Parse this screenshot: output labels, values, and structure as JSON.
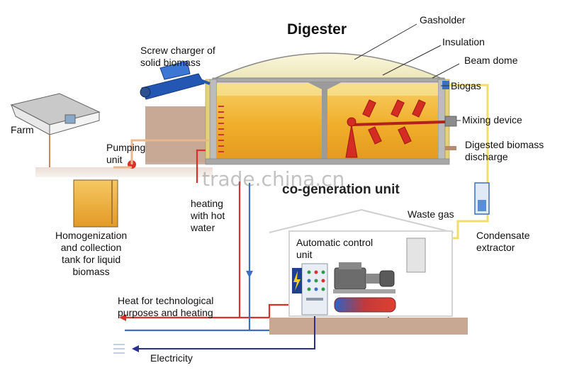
{
  "labels": {
    "digester": "Digester",
    "gasholder": "Gasholder",
    "insulation": "Insulation",
    "beam_dome": "Beam dome",
    "biogas": "Biogas",
    "mixing_device": "Mixing device",
    "digested_discharge": "Digested biomass\ndischarge",
    "screw_charger": "Screw charger of\nsolid biomass",
    "farm": "Farm",
    "pumping_unit": "Pumping\nunit",
    "homogenization": "Homogenization\nand collection\ntank for liquid\nbiomass",
    "heating": "heating\nwith hot\nwater",
    "cogeneration": "co-generation unit",
    "waste_gas": "Waste gas",
    "condensate": "Condensate\nextractor",
    "automatic_control": "Automatic control\nunit",
    "heat_tech": "Heat for technological\npurposes and heating",
    "electricity": "Electricity"
  },
  "watermark": "trade.china.cn",
  "colors": {
    "biomass": "#f0b12c",
    "dome": "#f4efc3",
    "heat_pipe": "#d9322b",
    "return_pipe": "#3a6fc4",
    "gas_pipe": "#f2dc6a",
    "electric_line": "#2b2f8f",
    "wall": "#bfbfbf",
    "ground": "#c9a893"
  },
  "icons": [
    "farm-barn-icon",
    "screw-charger-icon",
    "pump-icon",
    "mixer-icon",
    "generator-icon",
    "control-cabinet-icon",
    "heat-exchanger-icon",
    "lightning-icon"
  ]
}
